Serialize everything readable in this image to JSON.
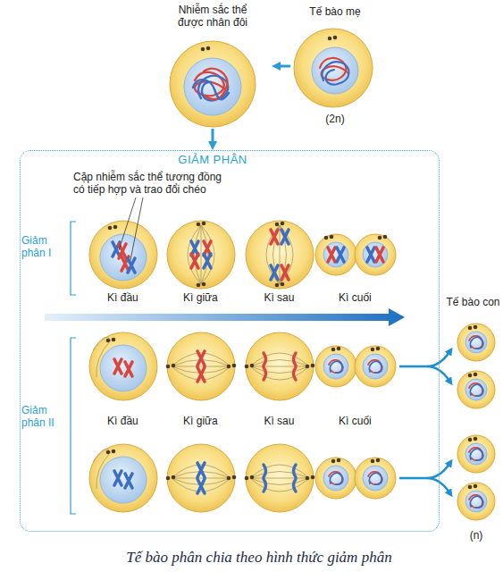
{
  "diagram": {
    "caption": "Tế bào phân chia theo hình thức giảm phân",
    "nodes": [
      {
        "text": [
          "Nhiễm sắc thể được nhân đôi"
        ]
      },
      {
        "text": [
          "Tế bào mẹ",
          "(2n)"
        ]
      },
      {
        "text": [
          "GIẢM PHÂN"
        ]
      },
      {
        "text": [
          "Kì đầu"
        ],
        "in": 2
      },
      {
        "text": [
          "Kì giữa"
        ],
        "in": 2
      },
      {
        "text": [
          "Kì sau"
        ],
        "in": 2
      },
      {
        "text": [
          "Kì cuối"
        ],
        "in": 2
      },
      {
        "text": [
          "Kì đầu"
        ],
        "in": 2
      },
      {
        "text": [
          "Kì giữa"
        ],
        "in": 2
      },
      {
        "text": [
          "Kì sau"
        ],
        "in": 2
      },
      {
        "text": [
          "Kì cuối"
        ],
        "in": 2
      }
    ],
    "edges": [
      {
        "from": 1,
        "to": 0,
        "arrow": "to"
      },
      {
        "from": 0,
        "to": 2,
        "arrow": "to"
      }
    ],
    "labels": [
      "Cặp nhiễm sắc thể tương đồng có tiếp hợp và trao đổi chéo",
      "Giảm phân I",
      "Giảm phân II",
      "Tế bào con",
      "(n)"
    ]
  }
}
